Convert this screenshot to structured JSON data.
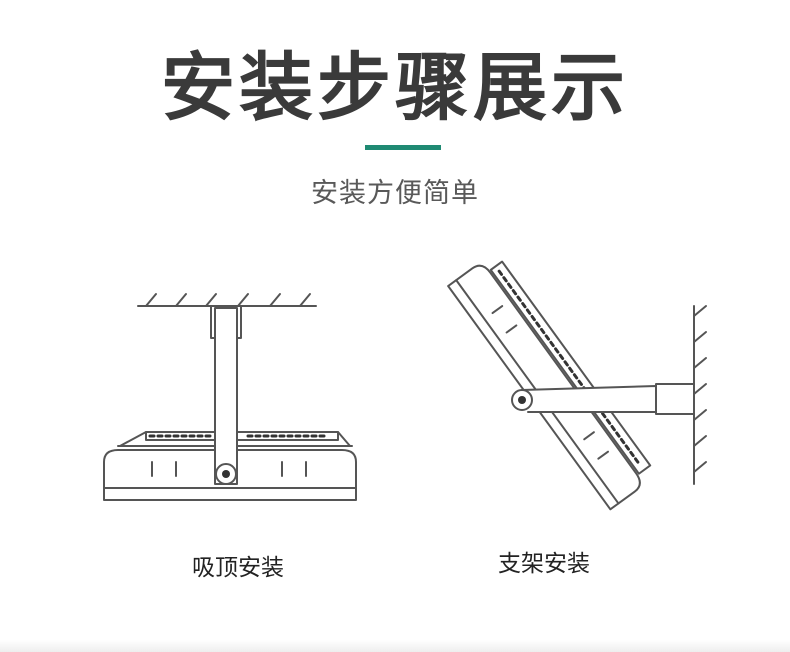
{
  "header": {
    "title": "安装步骤展示",
    "subtitle": "安装方便简单"
  },
  "methods": [
    {
      "label": "吸顶安装",
      "icon": "ceiling-mount-lamp-icon"
    },
    {
      "label": "支架安装",
      "icon": "wall-bracket-lamp-icon"
    }
  ],
  "colors": {
    "accent": "#1f8a73",
    "title": "#3a3a3a",
    "subtitle": "#595959",
    "line_art": "#555555"
  }
}
